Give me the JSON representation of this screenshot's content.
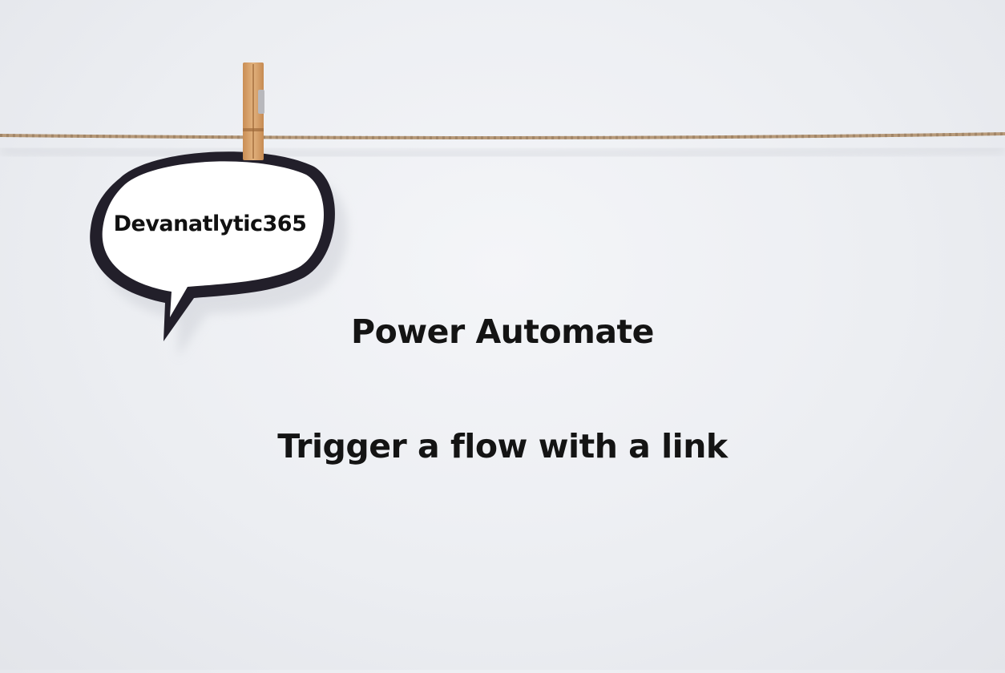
{
  "bubble": {
    "text": "Devanatlytic365"
  },
  "headline": {
    "title": "Power Automate",
    "subtitle": "Trigger a flow with a link"
  },
  "icons": {
    "clothespin": "clothespin-icon",
    "string": "twine-string",
    "speech_bubble": "speech-bubble-icon"
  },
  "colors": {
    "background": "#eceef2",
    "twine": "#b79a7a",
    "clothespin": "#d9a56c",
    "bubble_outline": "#221f2a",
    "bubble_fill": "#ffffff",
    "text": "#141414"
  }
}
